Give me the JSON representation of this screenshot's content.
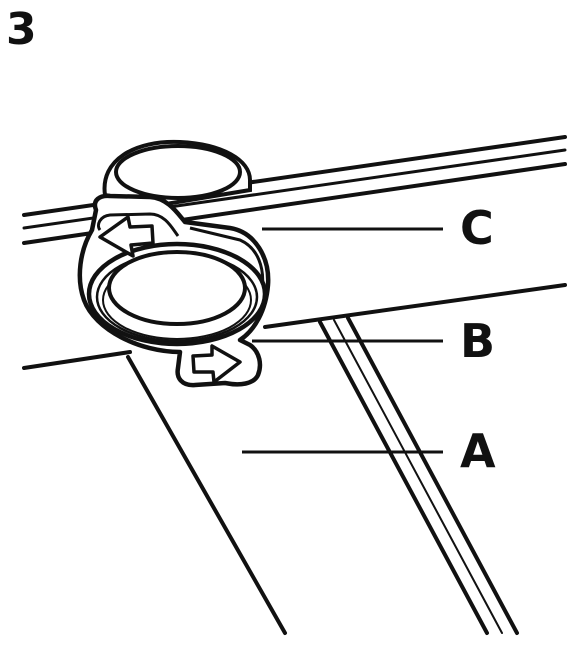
{
  "step": {
    "number": "3"
  },
  "labels": {
    "a": "A",
    "b": "B",
    "c": "C"
  },
  "colors": {
    "ink": "#111111",
    "background": "#ffffff"
  },
  "icons": {
    "upper_arrow": "arrow-left-icon",
    "lower_arrow": "arrow-right-icon"
  }
}
